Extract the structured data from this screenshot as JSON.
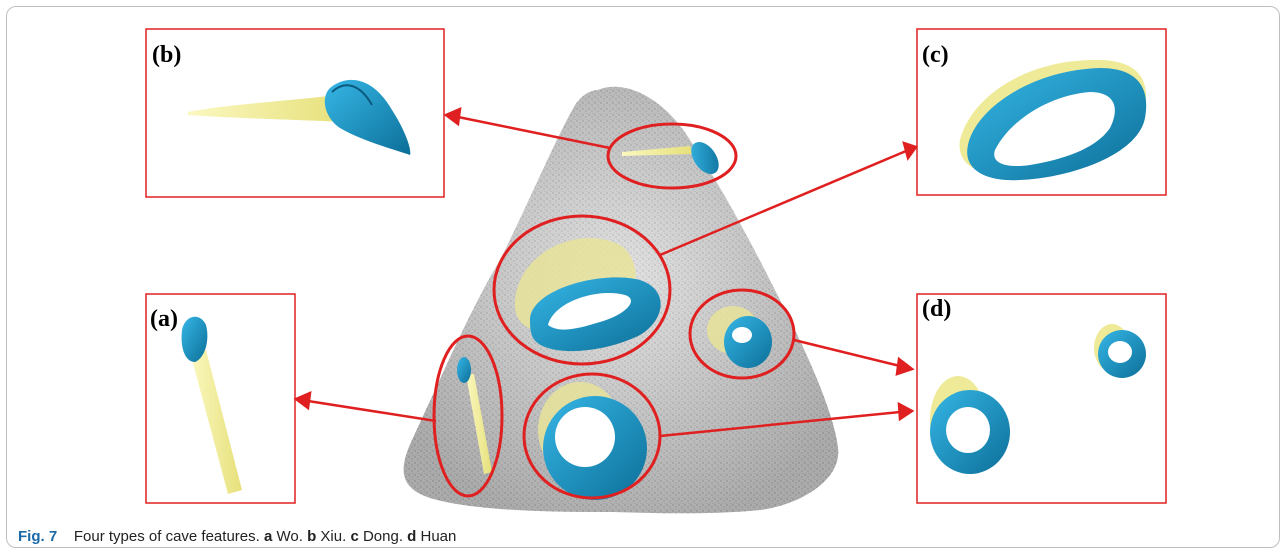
{
  "figure": {
    "panels": [
      {
        "label": "(a)"
      },
      {
        "label": "(b)"
      },
      {
        "label": "(c)"
      },
      {
        "label": "(d)"
      }
    ]
  },
  "caption": {
    "fig_label": "Fig. 7",
    "text": "Four types of cave features.",
    "items": [
      {
        "key": "a",
        "name": "Wo."
      },
      {
        "key": "b",
        "name": "Xiu."
      },
      {
        "key": "c",
        "name": "Dong."
      },
      {
        "key": "d",
        "name": "Huan"
      }
    ]
  },
  "colors": {
    "annotation_red": "#e02020",
    "cave_blue": "#1590c8",
    "cave_yellow": "#f3ef9a",
    "stone_gray": "#cfcfcf"
  }
}
